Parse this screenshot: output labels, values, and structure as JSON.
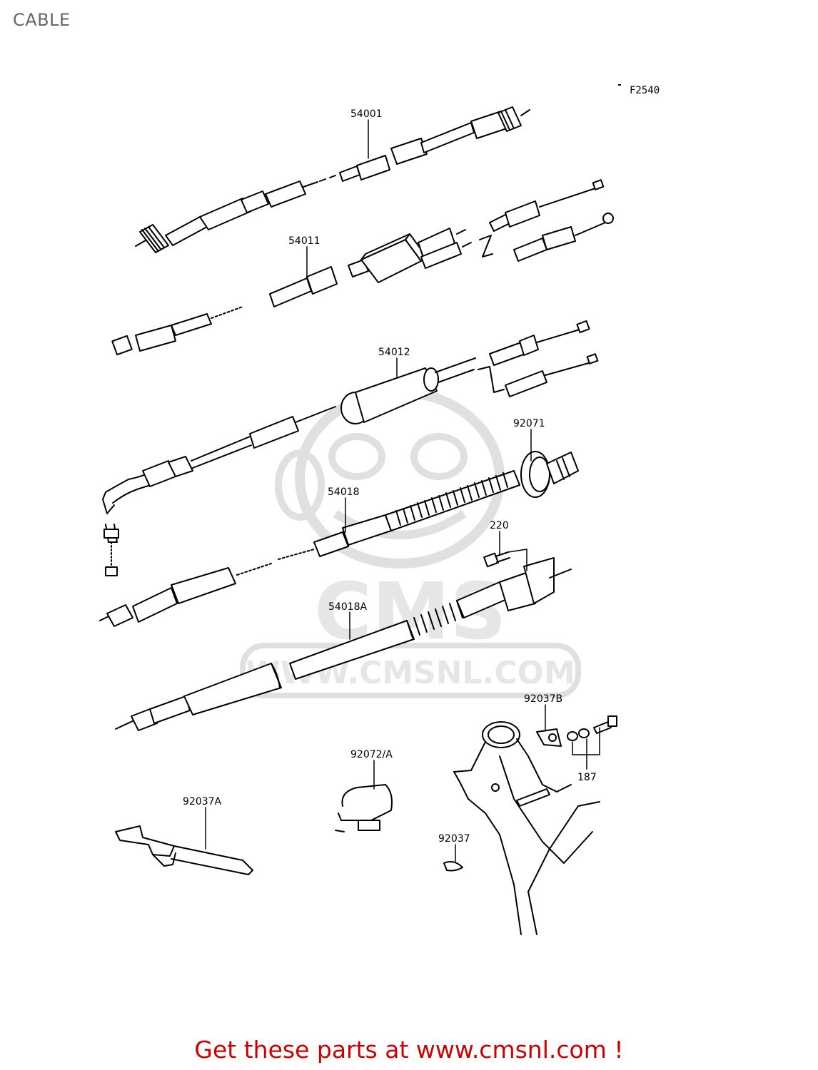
{
  "title": "CABLE",
  "figure_code": "F2540",
  "watermark": {
    "logo_text": "CMS",
    "url_text": "WWW.CMSNL.COM"
  },
  "parts": [
    {
      "id": "54001",
      "label": "54001"
    },
    {
      "id": "54011",
      "label": "54011"
    },
    {
      "id": "54012",
      "label": "54012"
    },
    {
      "id": "92071",
      "label": "92071"
    },
    {
      "id": "54018",
      "label": "54018"
    },
    {
      "id": "220",
      "label": "220"
    },
    {
      "id": "54018A",
      "label": "54018A"
    },
    {
      "id": "92037B",
      "label": "92037B"
    },
    {
      "id": "187",
      "label": "187"
    },
    {
      "id": "92072A",
      "label": "92072/A"
    },
    {
      "id": "92037A",
      "label": "92037A"
    },
    {
      "id": "92037",
      "label": "92037"
    }
  ],
  "footer_link": "Get these parts at www.cmsnl.com !",
  "colors": {
    "title": "#666666",
    "footer": "#cc0000",
    "line_art": "#000000",
    "watermark": "#e6e6e6"
  }
}
